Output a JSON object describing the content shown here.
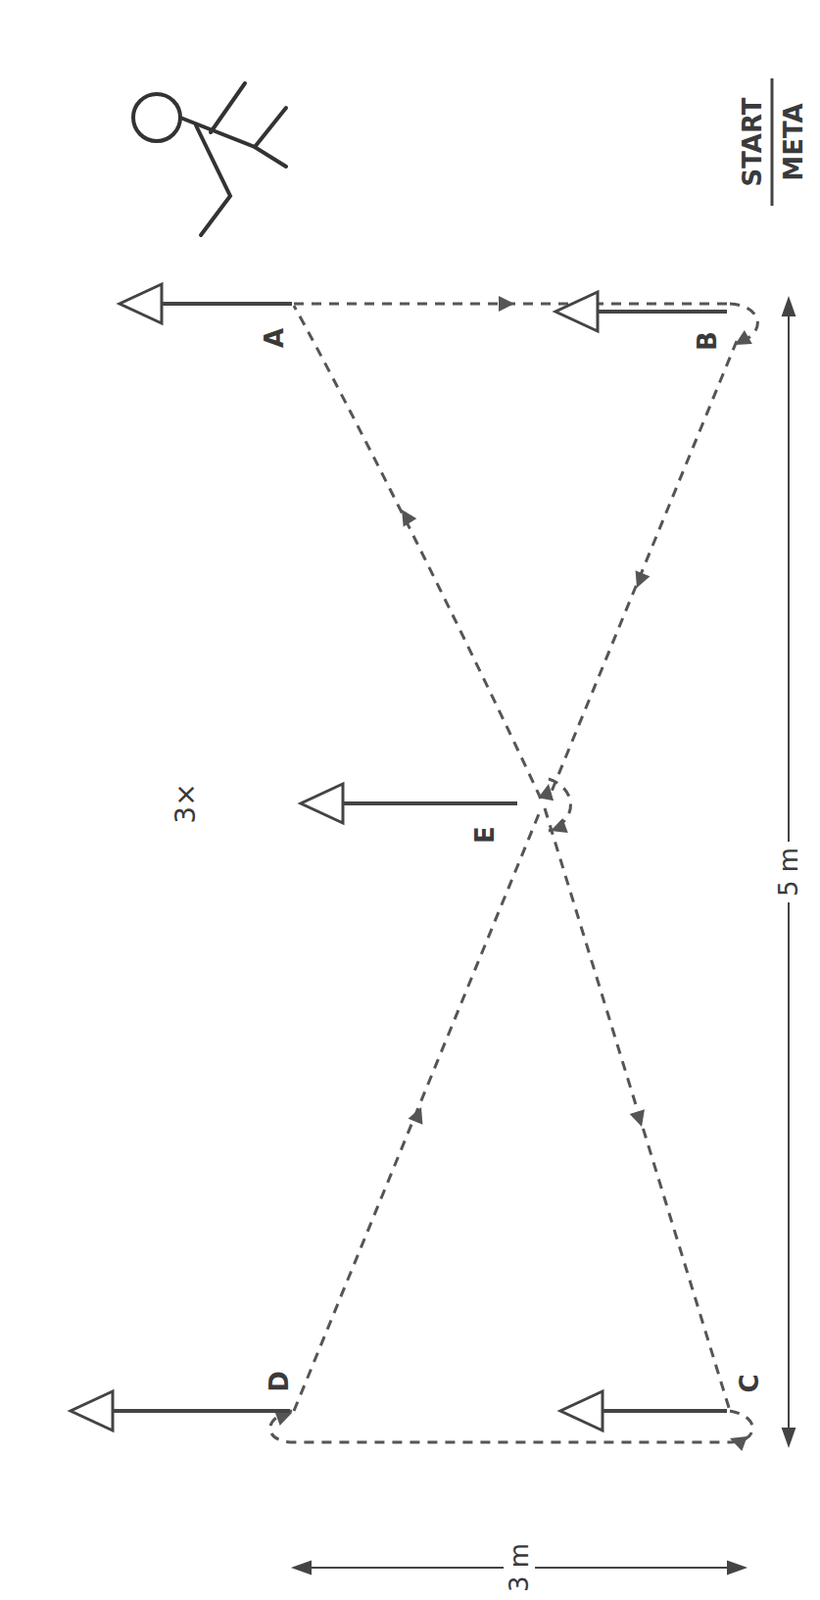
{
  "diagram": {
    "labels": [
      "START",
      "META",
      "A",
      "B",
      "3×",
      "E",
      "5 m",
      "D",
      "C",
      "3 m"
    ]
  }
}
